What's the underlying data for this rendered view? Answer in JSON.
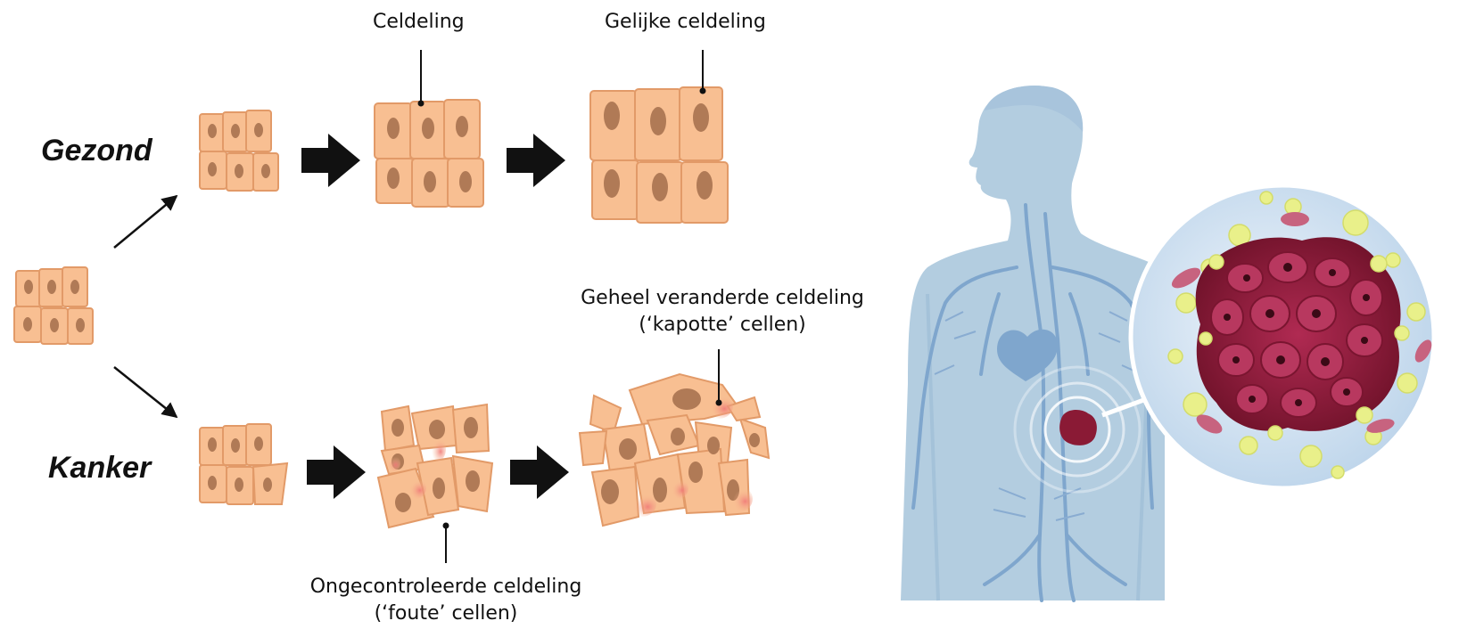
{
  "labels": {
    "healthy": "Gezond",
    "cancer": "Kanker",
    "division": "Celdeling",
    "equal_division": "Gelijke celdeling",
    "changed_division_line1": "Geheel veranderde celdeling",
    "changed_division_line2": "(‘kapotte’ cellen)",
    "uncontrolled_line1": "Ongecontroleerde celdeling",
    "uncontrolled_line2": "(‘foute’ cellen)"
  },
  "colors": {
    "cell_fill": "#f8bf92",
    "cell_stroke": "#e29a68",
    "nucleus": "#b07a56",
    "body": "#b3cde0",
    "vessel": "#7fa6cd",
    "tumor": "#8a1a35",
    "zoom_bg": "#dce9f5",
    "bubble": "#e9f08a"
  }
}
